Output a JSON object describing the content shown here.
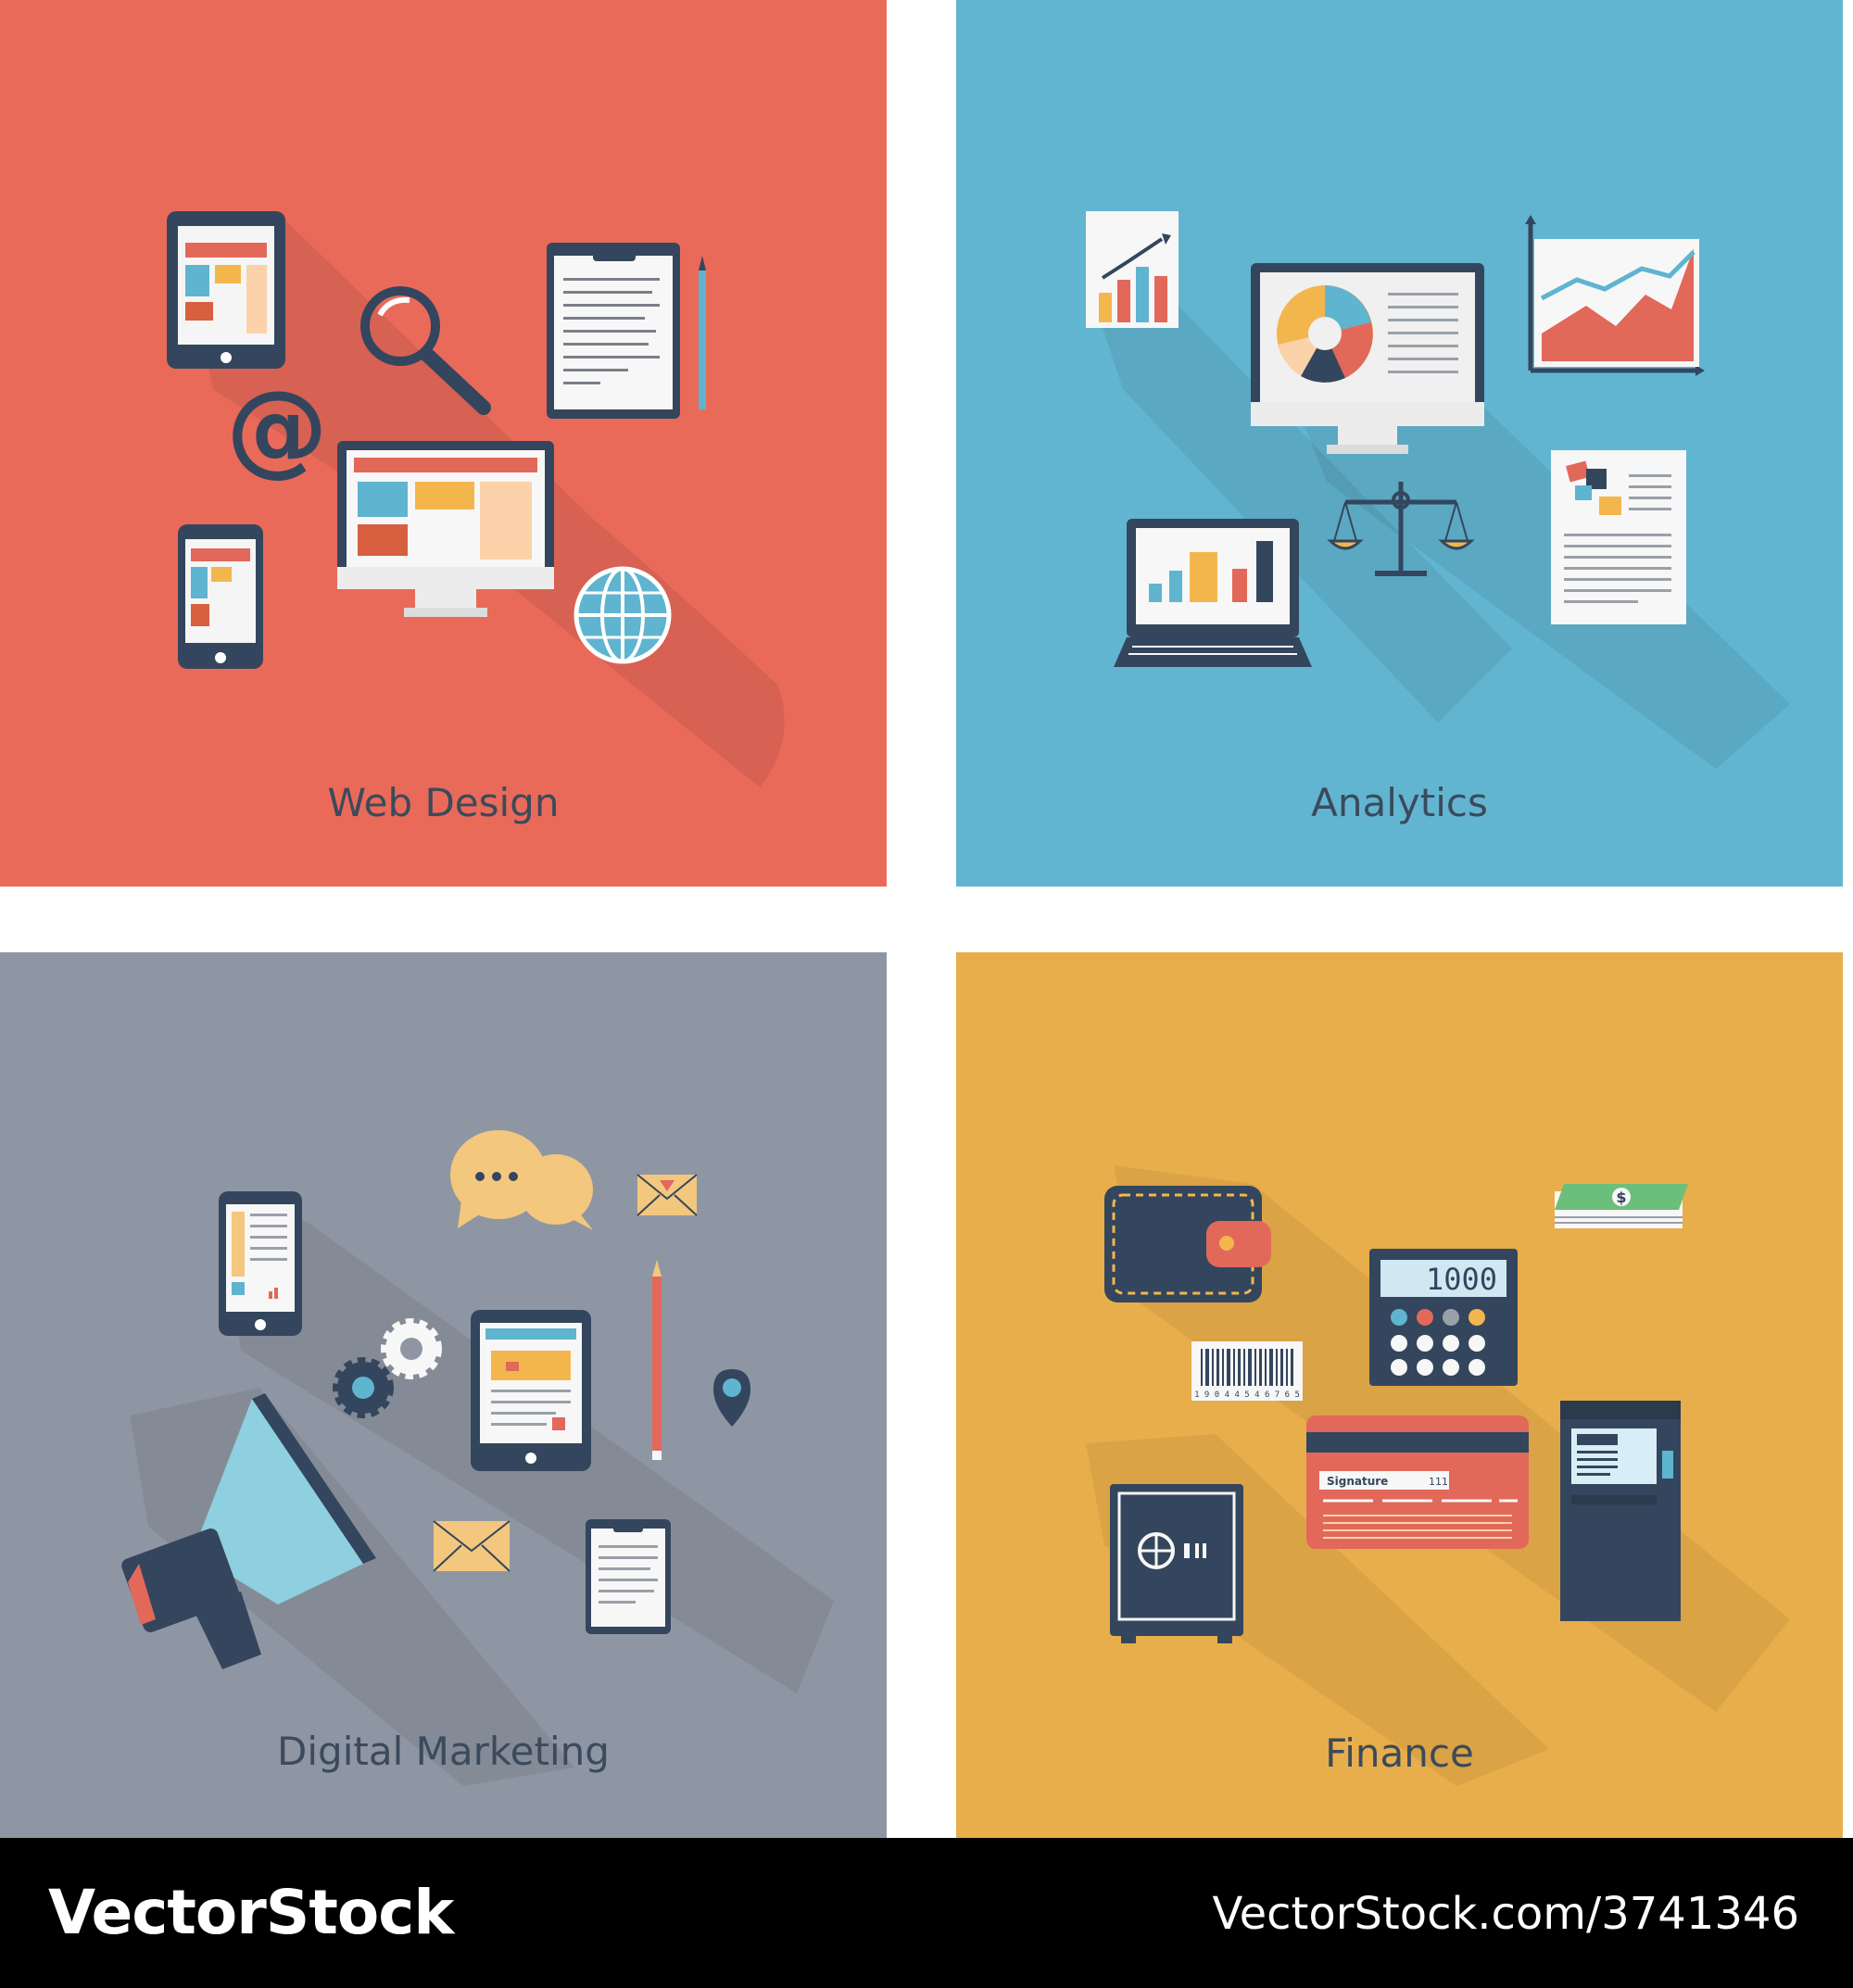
{
  "panels": {
    "web_design": {
      "caption": "Web Design",
      "color": "#ea6a5a"
    },
    "analytics": {
      "caption": "Analytics",
      "color": "#62b5d1"
    },
    "digital_marketing": {
      "caption": "Digital Marketing",
      "color": "#8f96a3"
    },
    "finance": {
      "caption": "Finance",
      "color": "#e8ae4b",
      "calculator_display": "1000",
      "barcode_number": "1 9 0 4 4 5 4 6 7 6 5",
      "card_signature_label": "Signature",
      "card_code": "111",
      "money_symbol": "$"
    }
  },
  "footer": {
    "brand": "VectorStock",
    "url": "VectorStock.com/3741346"
  },
  "icons": [
    "tablet-icon",
    "magnifier-icon",
    "clipboard-icon",
    "pencil-icon",
    "at-sign-icon",
    "desktop-monitor-icon",
    "smartphone-icon",
    "globe-icon",
    "growth-chart-icon",
    "pie-chart-monitor-icon",
    "area-chart-icon",
    "laptop-bar-chart-icon",
    "balance-scale-icon",
    "report-document-icon",
    "chat-bubbles-icon",
    "envelope-icon",
    "gears-icon",
    "map-pin-icon",
    "megaphone-icon",
    "wallet-icon",
    "calculator-icon",
    "cash-stack-icon",
    "barcode-icon",
    "credit-card-icon",
    "safe-icon",
    "atm-icon"
  ]
}
